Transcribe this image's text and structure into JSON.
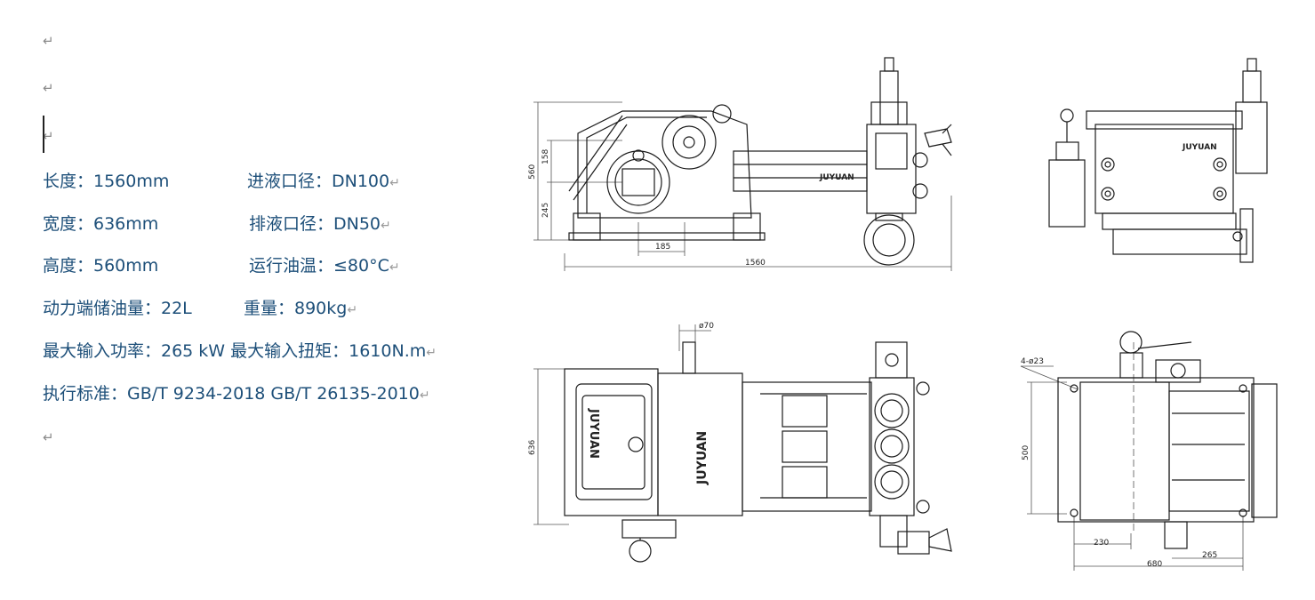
{
  "para_mark": "↵",
  "specs": [
    {
      "left": "长度：1560mm",
      "right": "进液口径：DN100"
    },
    {
      "left": "宽度：636mm",
      "right": "排液口径：DN50"
    },
    {
      "left": "高度：560mm",
      "right": "运行油温：≤80°C"
    },
    {
      "left": "动力端储油量：22L",
      "right": "重量：890kg"
    },
    {
      "line": "最大输入功率：265 kW 最大输入扭矩：1610N.m"
    },
    {
      "line": "执行标准：GB/T 9234-2018 GB/T 26135-2010"
    }
  ],
  "drawings": {
    "brand": "JUYUAN",
    "front_view": {
      "dim_height": "560",
      "dim_158": "158",
      "dim_245": "245",
      "dim_185": "185",
      "dim_length": "1560"
    },
    "top_view": {
      "dim_width": "636",
      "dim_shaft": "ø70"
    },
    "end_view": {
      "holes": "4-ø23",
      "dim_500": "500",
      "dim_230": "230",
      "dim_265": "265",
      "dim_680": "680"
    }
  }
}
